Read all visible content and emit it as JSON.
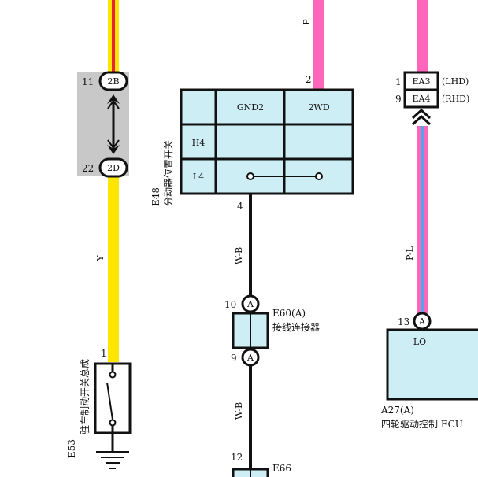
{
  "colors": {
    "yellow": "#FFE600",
    "red": "#E8243A",
    "pink": "#FF66BB",
    "blue": "#4FA8E8",
    "box_fill": "#CDEEF4",
    "junction_fill": "#C8C8C8",
    "line": "#111111"
  },
  "junction": {
    "top_pin": "11",
    "top_code": "2B",
    "bottom_pin": "22",
    "bottom_code": "2D"
  },
  "wires": {
    "left_color": "Y",
    "top_middle_color": "P",
    "middle_color_upper": "W-B",
    "middle_color_lower": "W-B",
    "right_color": "P-L"
  },
  "e48": {
    "code": "E48",
    "name": "分动器位置开关",
    "pin_top": "2",
    "pin_bottom": "4",
    "col1": "GND2",
    "col2": "2WD",
    "row1": "H4",
    "row2": "L4"
  },
  "e53": {
    "code": "E53",
    "name": "驻车制动开关总成",
    "pin": "1"
  },
  "e60": {
    "code": "E60(A)",
    "name": "接线连接器",
    "pin_top": "10",
    "pin_bottom": "9",
    "letter": "A"
  },
  "e66": {
    "pin": "12",
    "code": "E66"
  },
  "ea": {
    "pin1": "1",
    "code1": "EA3",
    "note1": "(LHD)",
    "pin2": "9",
    "code2": "EA4",
    "note2": "(RHD)"
  },
  "a27": {
    "pin": "13",
    "letter": "A",
    "terminal": "LO",
    "code": "A27(A)",
    "name": "四轮驱动控制 ECU"
  }
}
